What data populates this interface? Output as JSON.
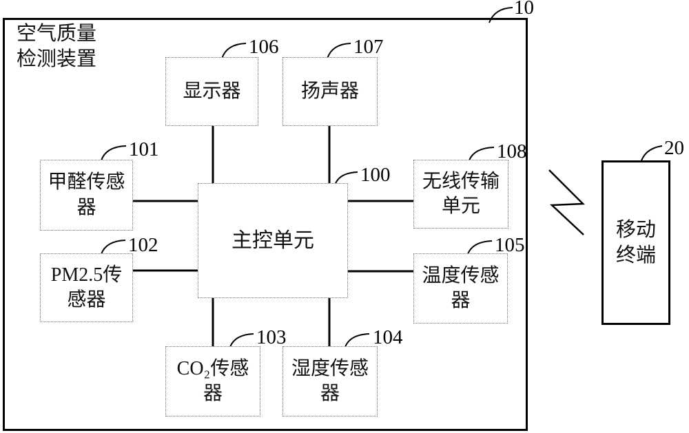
{
  "device": {
    "name_line1": "空气质量",
    "name_line2": "检测装置",
    "ref": "10"
  },
  "nodes": {
    "display": {
      "label": "显示器",
      "ref": "106"
    },
    "speaker": {
      "label": "扬声器",
      "ref": "107"
    },
    "formaldehyde_sensor": {
      "line1": "甲醛传感",
      "line2": "器",
      "ref": "101"
    },
    "pm25_sensor": {
      "line1": "PM2.5传",
      "line2": "感器",
      "ref": "102"
    },
    "main_control": {
      "label": "主控单元",
      "ref": "100"
    },
    "wireless_unit": {
      "line1": "无线传输",
      "line2": "单元",
      "ref": "108"
    },
    "temperature_sensor": {
      "line1": "温度传感",
      "line2": "器",
      "ref": "105"
    },
    "co2_sensor": {
      "line1": "CO₂传感",
      "line2": "器",
      "ref": "103"
    },
    "humidity_sensor": {
      "line1": "湿度传感",
      "line2": "器",
      "ref": "104"
    },
    "mobile_terminal": {
      "line1": "移动",
      "line2": "终端",
      "ref": "20"
    }
  },
  "colors": {
    "connector_line": "#000000",
    "node_border": "#6e6e6e",
    "background": "#ffffff",
    "text": "#111111"
  }
}
